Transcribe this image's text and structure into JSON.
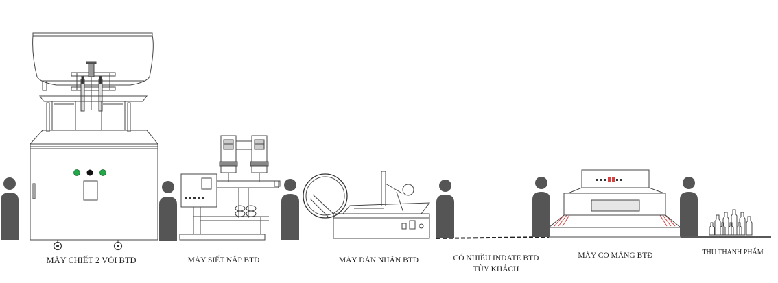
{
  "labels": {
    "filler": "MÁY CHIẾT 2 VÒI BTĐ",
    "capper": "MÁY SIẾT NẮP BTĐ",
    "labeler": "MÁY DÁN NHÃN BTĐ",
    "inkjet_line1": "CÓ NHIỀU INDATE BTĐ",
    "inkjet_line2": "TÙY KHÁCH",
    "shrink": "MÁY CO MÀNG BTĐ",
    "collect": "THU THANH PHẨM"
  },
  "colors": {
    "person": "#555555",
    "line": "#444444",
    "indicator_green": "#22a84a",
    "indicator_black": "#111111",
    "shrink_accent": "#d94040"
  },
  "icons": [
    "operator-icon",
    "bottle-icon",
    "caster-wheel-icon"
  ]
}
